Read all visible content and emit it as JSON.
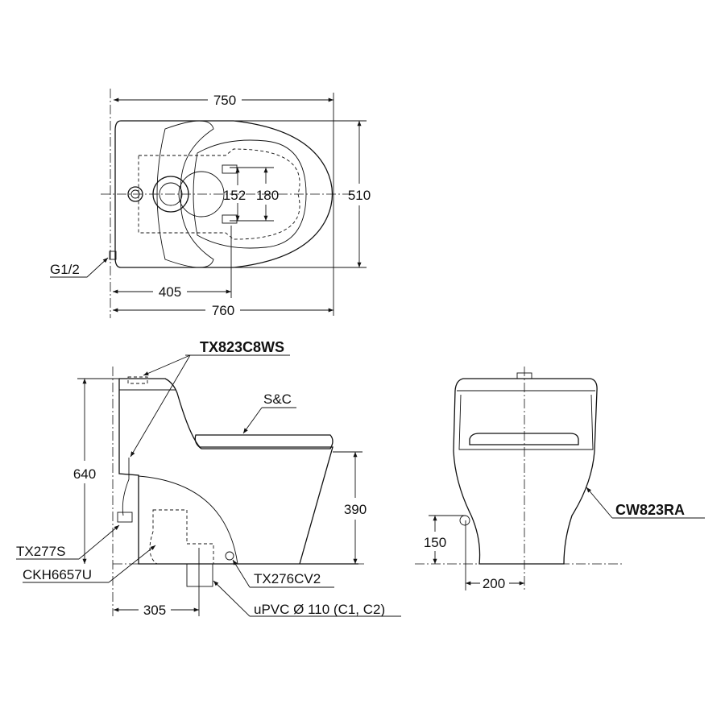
{
  "top_view": {
    "dim_width_overall": "750",
    "dim_depth": "510",
    "dim_bolt_152": "152",
    "dim_bolt_180": "180",
    "dim_outlet_405": "405",
    "dim_length_760": "760",
    "label_inlet": "G1/2"
  },
  "side_view": {
    "label_flush_valve": "TX823C8WS",
    "label_seat": "S&C",
    "dim_height": "640",
    "dim_seat_height": "390",
    "label_stop_valve": "TX277S",
    "label_flange": "CKH6657U",
    "label_bolt_cap": "TX276CV2",
    "label_drain": "uPVC Ø 110 (C1, C2)",
    "dim_rough_in": "305"
  },
  "front_view": {
    "label_model": "CW823RA",
    "dim_inlet_height": "150",
    "dim_inlet_offset": "200"
  }
}
